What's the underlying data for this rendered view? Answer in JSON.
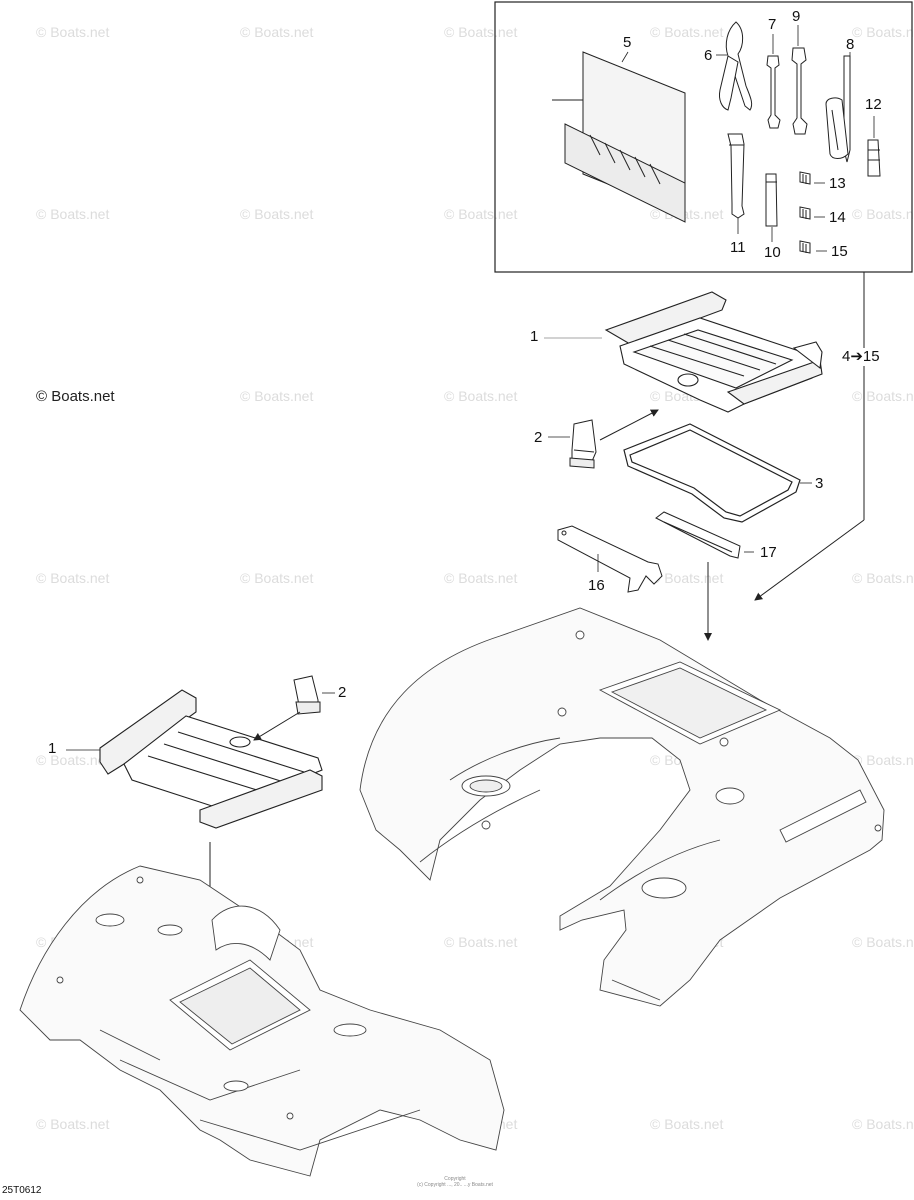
{
  "watermark_text": "© Boats.net",
  "credit": "© Boats.net",
  "drawing_code": "25T0612",
  "copyright_fine": [
    "Copyright",
    "(c) Copyright ..., 20.. ...y Boats.net"
  ],
  "callouts": {
    "c1_top": "1",
    "c2_top": "2",
    "c3": "3",
    "c4_15": "4➔15",
    "c5": "5",
    "c6": "6",
    "c7": "7",
    "c8": "8",
    "c9": "9",
    "c10": "10",
    "c11": "11",
    "c12": "12",
    "c13": "13",
    "c14": "14",
    "c15": "15",
    "c16": "16",
    "c17": "17",
    "c1_left": "1",
    "c2_left": "2"
  }
}
